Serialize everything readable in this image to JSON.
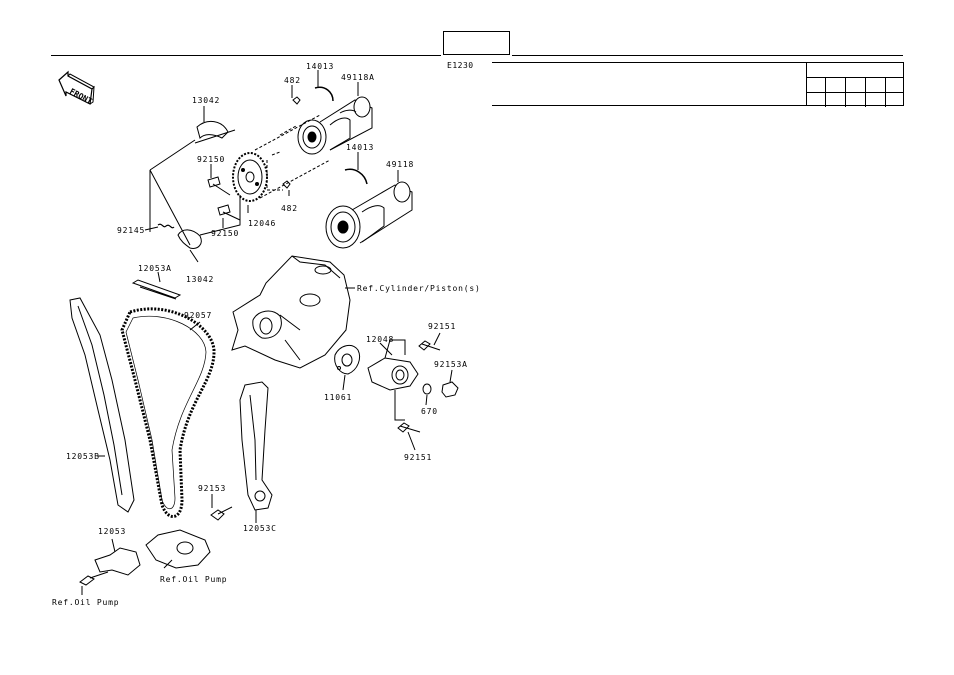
{
  "header": {
    "section_code": "E1230",
    "title_box_text": ""
  },
  "front_badge": "FRONT",
  "labels": {
    "p14013_top": "14013",
    "p49118A": "49118A",
    "p482_top": "482",
    "p13042_top": "13042",
    "p92150_top": "92150",
    "p14013_mid": "14013",
    "p49118": "49118",
    "p482_bot": "482",
    "p12046": "12046",
    "p92150_bot": "92150",
    "p92145": "92145",
    "p13042_bot": "13042",
    "p12053A": "12053A",
    "ref_cylinder": "Ref.Cylinder/Piston(s)",
    "p92057": "92057",
    "p12048": "12048",
    "p92151_top": "92151",
    "p92153A": "92153A",
    "p11061": "11061",
    "p670": "670",
    "p92151_bot": "92151",
    "p12053B": "12053B",
    "p92153": "92153",
    "p12053C": "12053C",
    "p12053": "12053",
    "ref_oil_pump_mid": "Ref.Oil Pump",
    "ref_oil_pump_bot": "Ref.Oil Pump"
  }
}
